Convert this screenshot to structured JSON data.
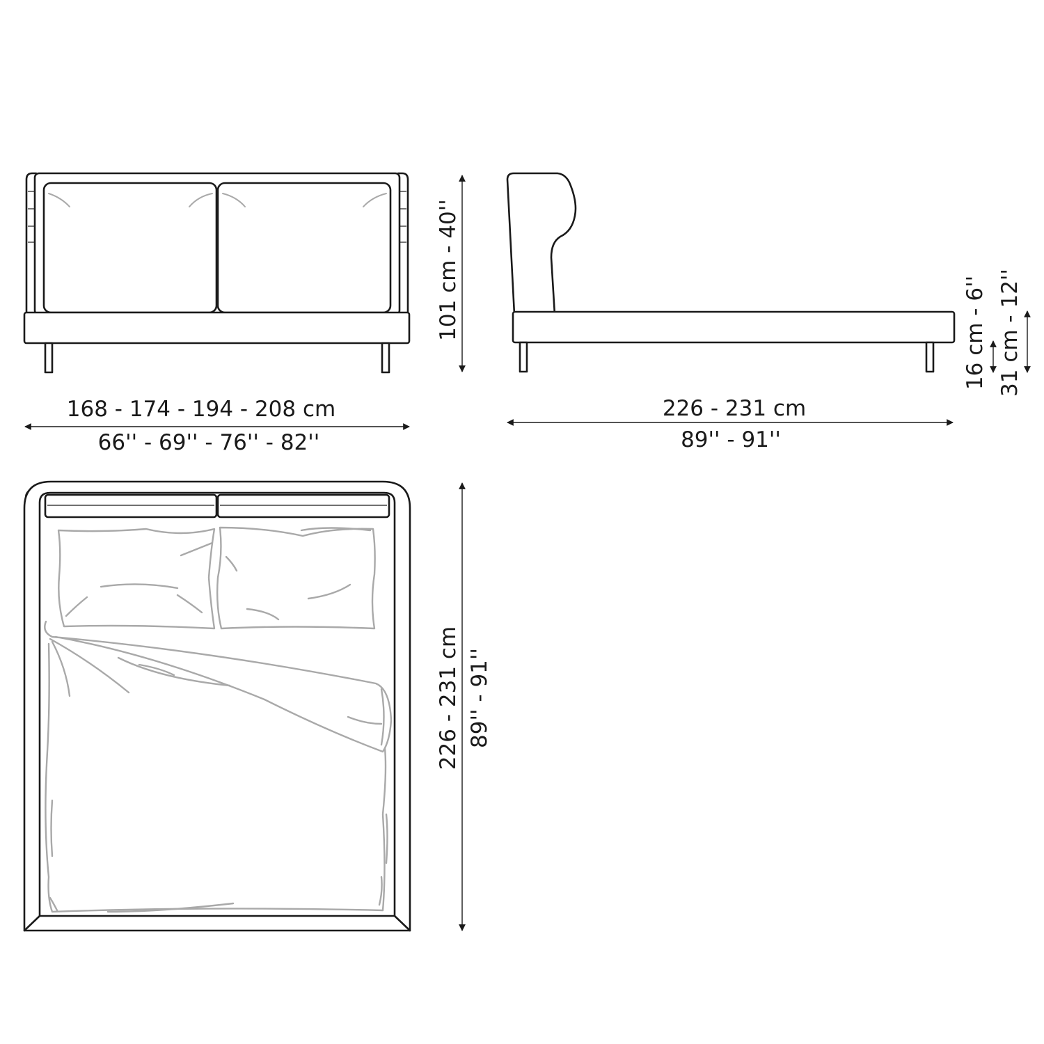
{
  "front_view": {
    "width_cm": "168 - 174 - 194 - 208 cm",
    "width_in": "66'' - 69'' - 76'' - 82''",
    "height": "101 cm - 40''"
  },
  "side_view": {
    "length_cm": "226 - 231 cm",
    "length_in": "89'' - 91''",
    "leg_height": "16 cm - 6''",
    "frame_height": "31 cm - 12''"
  },
  "top_view": {
    "length_cm": "226 - 231 cm",
    "length_in": "89'' - 91''"
  },
  "colors": {
    "line": "#1a1a1a",
    "bedding": "#a9a9a9",
    "background": "#ffffff"
  }
}
